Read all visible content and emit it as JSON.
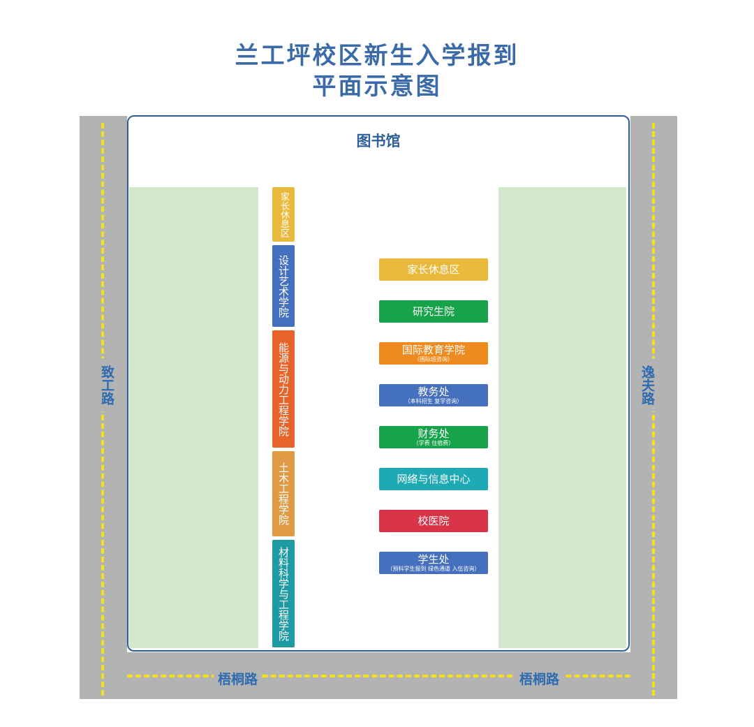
{
  "title": {
    "line1": "兰工坪校区新生入学报到",
    "line2": "平面示意图"
  },
  "library": "图书馆",
  "roads": {
    "west": "致工路",
    "east": "逸夫路",
    "south_left": "梧桐路",
    "south_right": "梧桐路"
  },
  "vertical_booths": [
    {
      "label": "家长休息区",
      "color": "#e8b93a"
    },
    {
      "label": "设计艺术学院",
      "color": "#4470bd"
    },
    {
      "label": "能源与动力工程学院",
      "color": "#e8632a"
    },
    {
      "label": "土木工程学院",
      "color": "#e09a45"
    },
    {
      "label": "材料科学与工程学院",
      "color": "#1e9aa3"
    }
  ],
  "horizontal_booths": [
    {
      "label": "家长休息区",
      "sub": "",
      "color": "#e8b93a"
    },
    {
      "label": "研究生院",
      "sub": "",
      "color": "#16a34a"
    },
    {
      "label": "国际教育学院",
      "sub": "（国际班咨询）",
      "color": "#ef8a1e"
    },
    {
      "label": "教务处",
      "sub": "（本科招生 复学咨询）",
      "color": "#4470bd"
    },
    {
      "label": "财务处",
      "sub": "（学费 住宿费）",
      "color": "#16a34a"
    },
    {
      "label": "网络与信息中心",
      "sub": "",
      "color": "#1daab5"
    },
    {
      "label": "校医院",
      "sub": "",
      "color": "#d93348"
    },
    {
      "label": "学生处",
      "sub": "（预科学生报到 绿色通道 入伍咨询）",
      "color": "#4470bd"
    }
  ]
}
